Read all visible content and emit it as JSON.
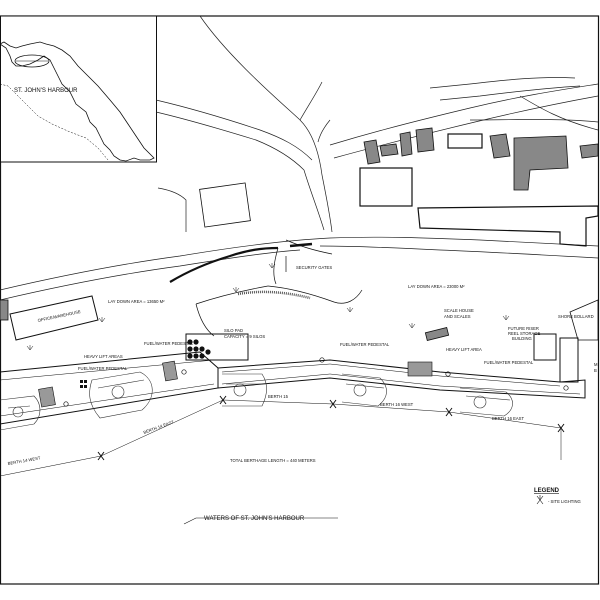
{
  "inset_map": {
    "harbour_label": "ST. JOHN'S HARBOUR"
  },
  "labels": {
    "security_gates": "SECURITY GATES",
    "lay_down_area_west": "LAY DOWN AREA = 13650 M²",
    "lay_down_area_east": "LAY DOWN AREA = 23000 M²",
    "office_warehouse": "OFFICE/WAREHOUSE",
    "scale_house_line1": "SCALE HOUSE",
    "scale_house_line2": "AND SCALES",
    "shore_bollard": "SHORE BOLLARD",
    "future_storage_line1": "FUTURE RISER",
    "future_storage_line2": "REEL STORAGE",
    "future_storage_line3": "BUILDING",
    "silo_pad_line1": "SILO PAD",
    "silo_pad_line2": "CAPACITY = 9 SILOS",
    "fuel_water_pedestal_1": "FUEL/WATER PEDESTAL",
    "fuel_water_pedestal_2": "FUEL/WATER PEDESTAL",
    "fuel_water_pedestal_3": "FUEL/WATER PEDESTAL",
    "fuel_water_pedestal_4": "FUEL/WATER PEDESTAL",
    "heavy_lift_area_1": "HEAVY LIFT AREAS",
    "heavy_lift_area_2": "HEAVY LIFT AREA",
    "berth_14_west": "BERTH 14 WEST",
    "berth_14_east": "BERTH 14 EAST",
    "berth_15": "BERTH 15",
    "berth_16_west": "BERTH 16 WEST",
    "berth_16_east": "BERTH 16 EAST",
    "total_berthage": "TOTAL BERTHAGE LENGTH = 440 METERS",
    "waters": "WATERS OF ST. JOHN'S HARBOUR",
    "edge_label_1": "M",
    "edge_label_2": "B"
  },
  "legend": {
    "title": "LEGEND",
    "site_lighting": "- SITE LIGHTING"
  }
}
